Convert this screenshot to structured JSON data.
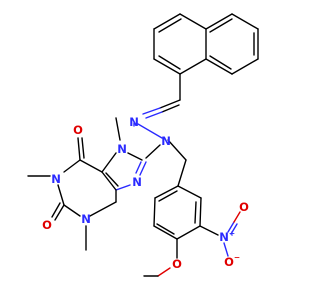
{
  "colors": {
    "carbon": "#000000",
    "nitrogen": "#2a2aff",
    "oxygen": "#e00000",
    "background": "#ffffff"
  },
  "atoms": {
    "n_hydrazone_imine": "N",
    "n_hydrazone_amine": "N",
    "n7": "N",
    "n9": "N",
    "n1": "N",
    "n3": "N",
    "o_c6": "O",
    "o_c2": "O",
    "n_nitro": "N",
    "n_nitro_charge": "+",
    "o_nitro_top": "O",
    "o_nitro_bottom": "O",
    "o_nitro_charge": "−",
    "o_methoxy": "O"
  }
}
